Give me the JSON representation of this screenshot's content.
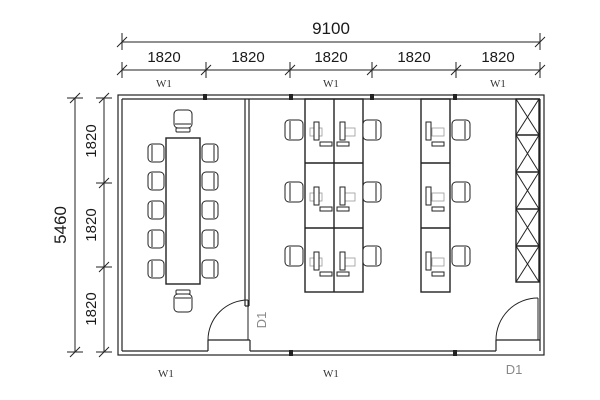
{
  "dimensions": {
    "total_width": "9100",
    "width_segments": [
      "1820",
      "1820",
      "1820",
      "1820",
      "1820"
    ],
    "total_height": "5460",
    "height_segments": [
      "1820",
      "1820",
      "1820"
    ]
  },
  "window_labels": {
    "top": [
      "W1",
      "W1",
      "W1"
    ],
    "bottom": [
      "W1",
      "W1"
    ]
  },
  "door_labels": [
    "D1",
    "D1"
  ]
}
